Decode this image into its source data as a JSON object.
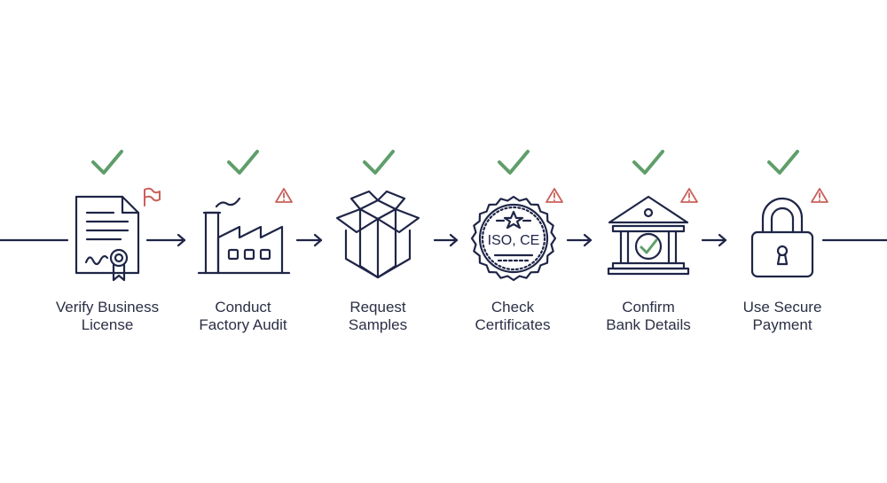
{
  "colors": {
    "ink": "#1f2547",
    "check": "#5f9e6a",
    "warning": "#c9605a"
  },
  "steps": [
    {
      "line1": "Verify Business",
      "line2": "License",
      "icon": "certificate-icon",
      "marker": "flag-icon"
    },
    {
      "line1": "Conduct",
      "line2": "Factory Audit",
      "icon": "factory-icon",
      "marker": "warning-icon"
    },
    {
      "line1": "Request",
      "line2": "Samples",
      "icon": "open-box-icon",
      "marker": "none"
    },
    {
      "line1": "Check",
      "line2": "Certificates",
      "icon": "seal-icon",
      "marker": "warning-icon"
    },
    {
      "line1": "Confirm",
      "line2": "Bank Details",
      "icon": "bank-icon",
      "marker": "warning-icon"
    },
    {
      "line1": "Use Secure",
      "line2": "Payment",
      "icon": "padlock-icon",
      "marker": "warning-icon"
    }
  ],
  "seal_text": "ISO, CE"
}
